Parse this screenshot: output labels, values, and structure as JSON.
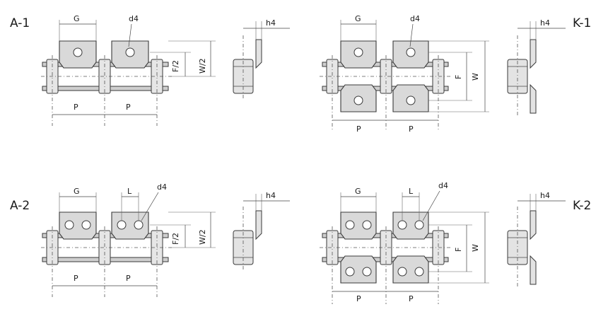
{
  "panels": {
    "a1": {
      "id": "A-1"
    },
    "k1": {
      "id": "K-1"
    },
    "a2": {
      "id": "A-2"
    },
    "k2": {
      "id": "K-2"
    }
  },
  "dims": {
    "G": "G",
    "P": "P",
    "L": "L",
    "d4": "d4",
    "h4": "h4",
    "F": "F",
    "F_half": "F/2",
    "W": "W",
    "W_half": "W/2"
  },
  "colors": {
    "plate": "#d9d9d9",
    "line": "#3a3a3a",
    "background": "#ffffff"
  }
}
